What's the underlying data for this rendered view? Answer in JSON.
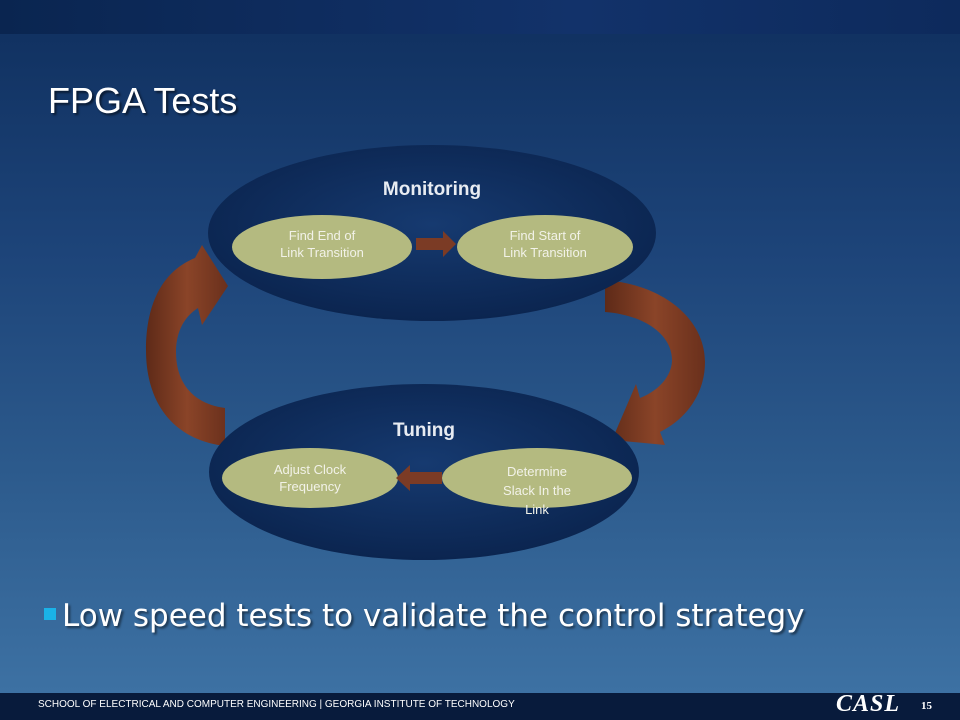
{
  "slide": {
    "title": "FPGA Tests",
    "bullet": "Low speed tests to validate the control strategy"
  },
  "diagram": {
    "monitoring": {
      "label": "Monitoring",
      "steps": [
        {
          "line1": "Find End of",
          "line2": "Link Transition"
        },
        {
          "line1": "Find Start of",
          "line2": "Link Transition"
        }
      ]
    },
    "tuning": {
      "label": "Tuning",
      "steps": [
        {
          "line1": "Adjust Clock",
          "line2": "Frequency"
        },
        {
          "line1": "Determine",
          "line2": "Slack In the",
          "line3": "Link"
        }
      ]
    }
  },
  "footer": {
    "institution": "SCHOOL OF ELECTRICAL AND COMPUTER ENGINEERING | GEORGIA INSTITUTE OF TECHNOLOGY",
    "logo": "CASL",
    "page": "15"
  },
  "colors": {
    "cycle_arrow": "#7b3b25",
    "step_fill": "#b4ba80",
    "ellipse_fill": "#0d2a5c",
    "label": "#e8ecf2"
  }
}
